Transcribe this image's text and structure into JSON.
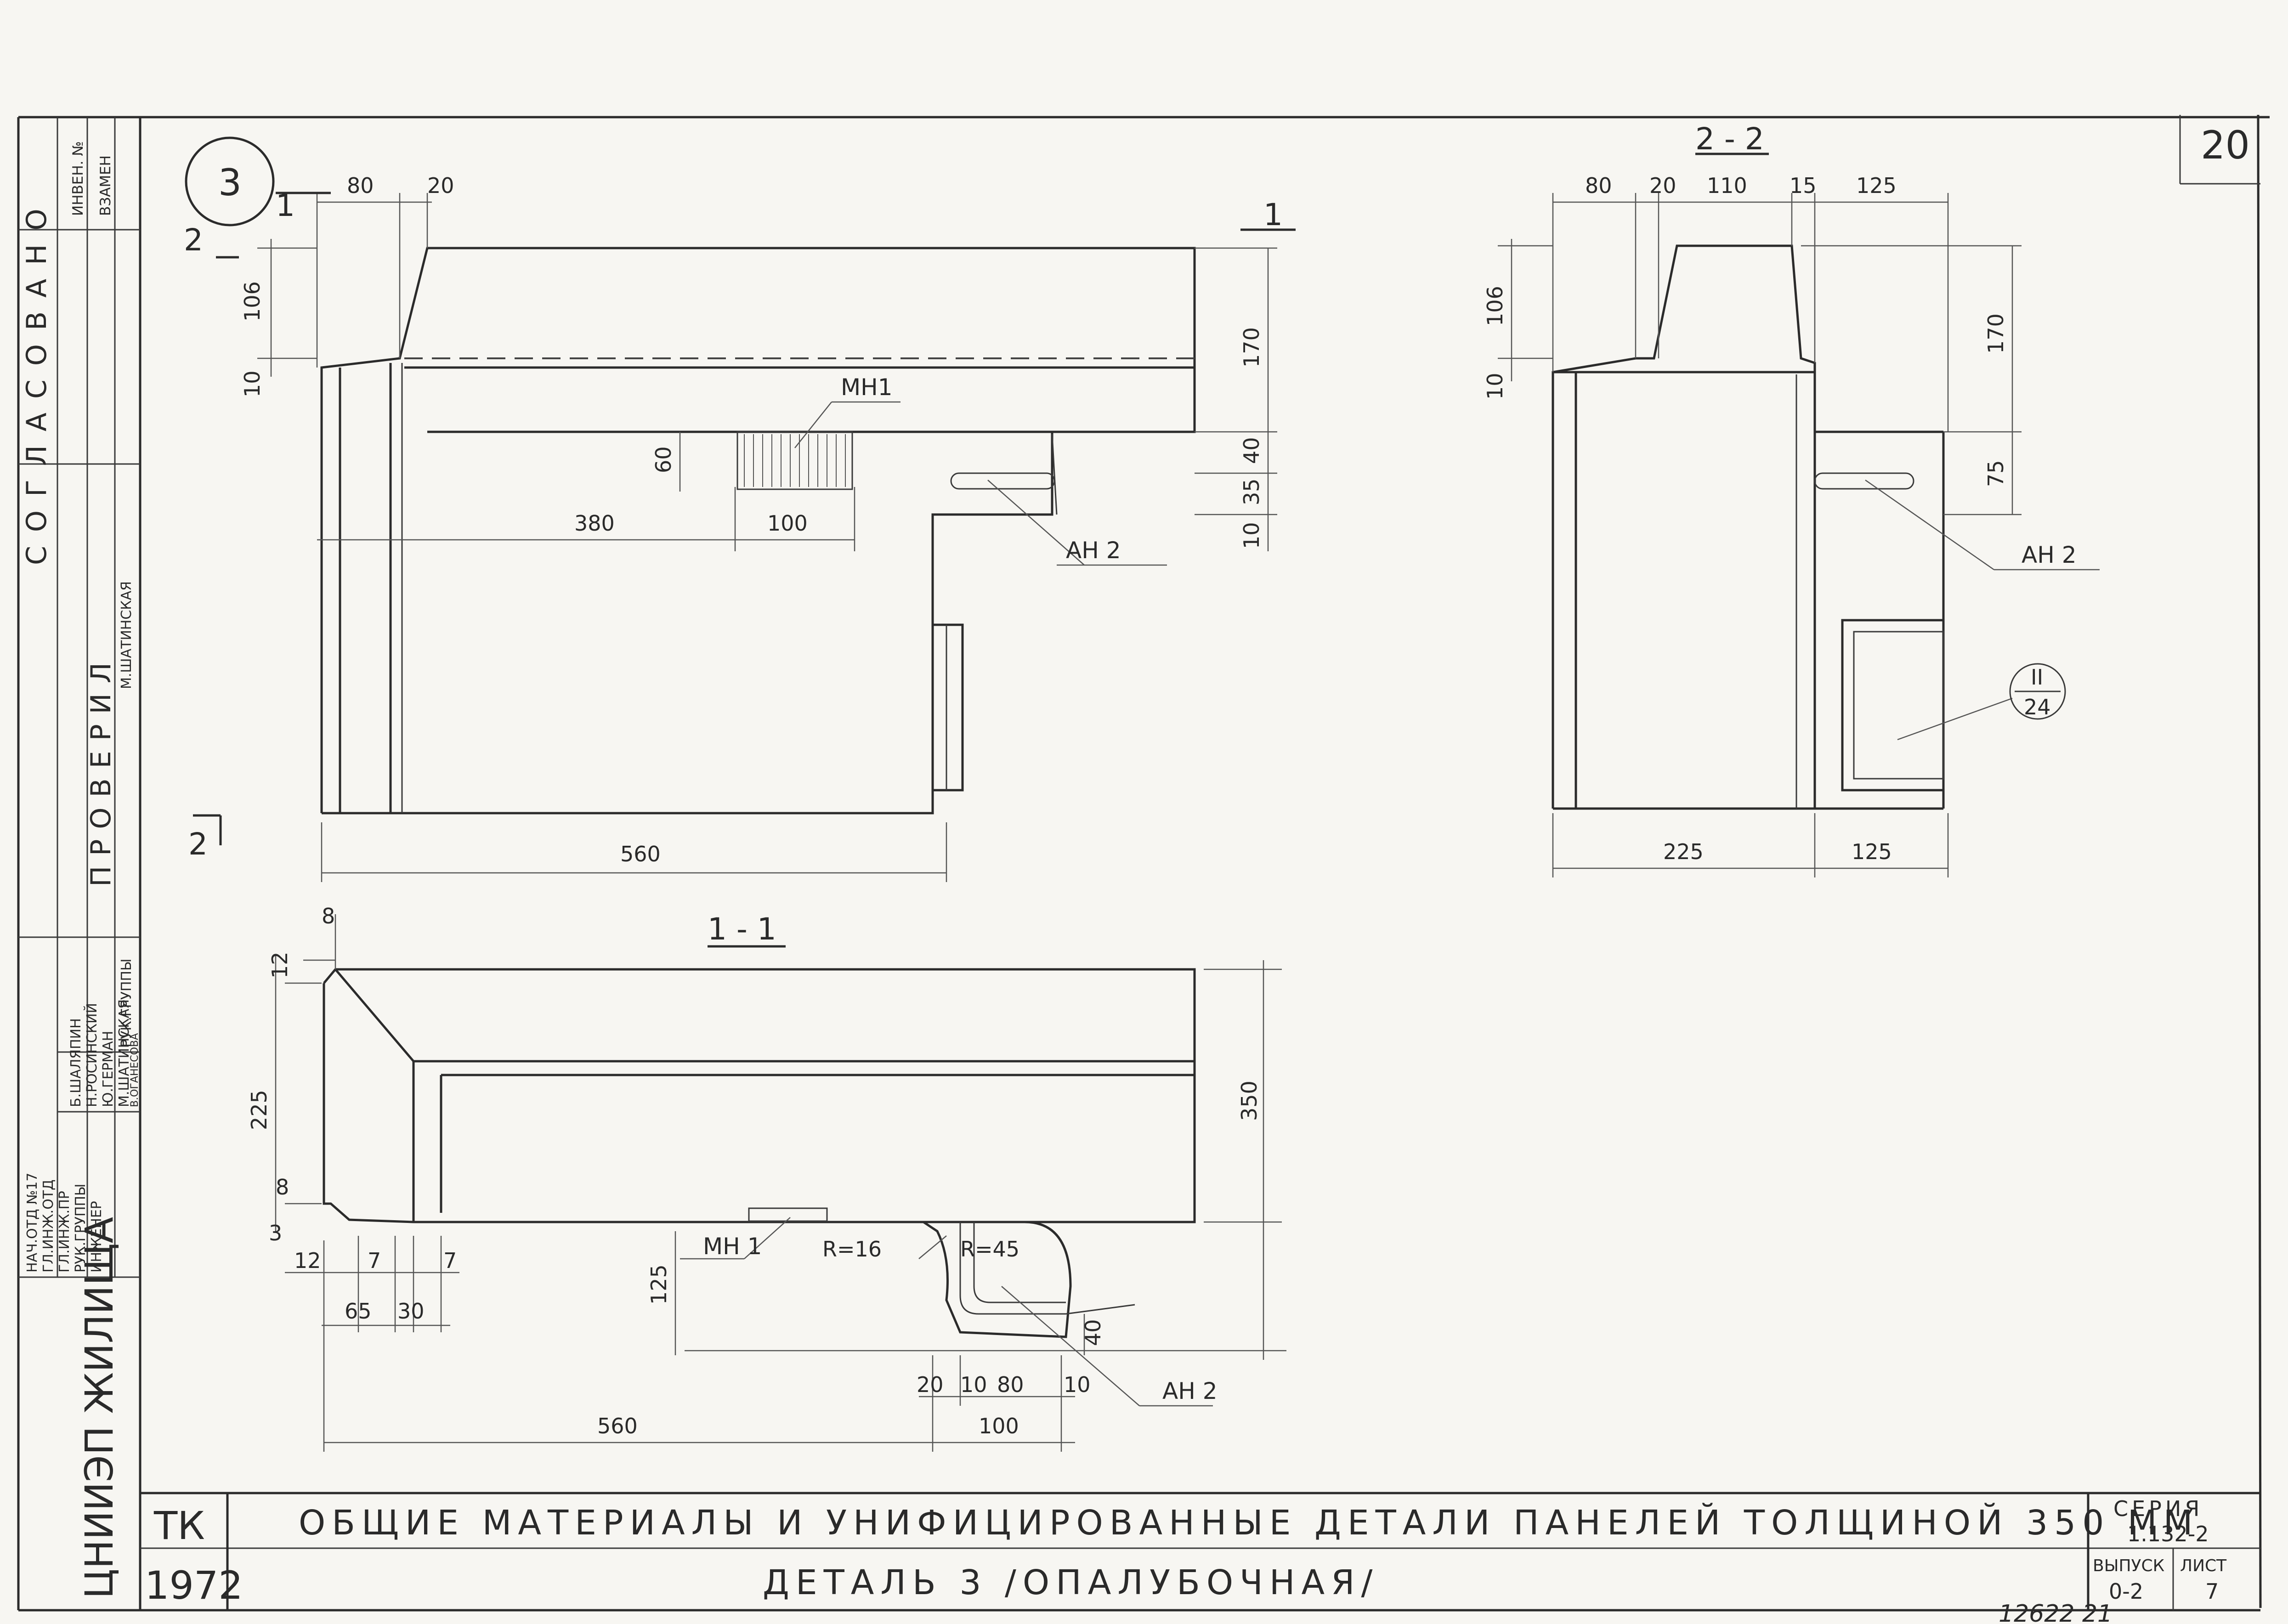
{
  "sheet": {
    "number": "20",
    "detail_mark": "3",
    "bottom_note": "12622  21"
  },
  "title_block": {
    "code": "ТК",
    "year": "1972",
    "title": "ОБЩИЕ МАТЕРИАЛЫ И УНИФИЦИРОВАННЫЕ ДЕТАЛИ ПАНЕЛЕЙ ТОЛЩИНОЙ 350 ММ",
    "subtitle": "ДЕТАЛЬ 3 /ОПАЛУБОЧНАЯ/",
    "series_label": "СЕРИЯ",
    "series_value": "1.132-2",
    "issue_label": "ВЫПУСК",
    "issue_value": "0-2",
    "sheet_label": "ЛИСТ",
    "sheet_value": "7"
  },
  "side_stamp": {
    "organization": "ЦНИИЭП ЖИЛИЩА",
    "agreed": "СОГЛАСОВАНО",
    "checked": "ПРОВЕРИЛ",
    "inventory": "ИНВЕН. №",
    "replace": "ВЗАМЕН",
    "roles": [
      "НАЧ.ОТД №17",
      "ГЛ.ИНЖ.ОТД",
      "ГЛ.ИНЖ.ПР",
      "РУК.ГРУППЫ",
      "ИНЖЕНЕР"
    ],
    "names": [
      "Б.ШАЛЯПИН",
      "Н.РОСИНСКИЙ",
      "Ю.ГЕРМАН",
      "М.ШАТИНСКАЯ",
      "В.ОГАНЕСОВА"
    ],
    "checker_role": "РУК.ГРУППЫ",
    "checker_name": "М.ШАТИНСКАЯ"
  },
  "views": {
    "plan": {
      "cut_marks": [
        "1",
        "1",
        "2",
        "2"
      ],
      "labels": {
        "mh1": "МН1",
        "ah2": "АН 2"
      },
      "dims": [
        "80",
        "20",
        "106",
        "10",
        "170",
        "60",
        "40",
        "35",
        "10",
        "380",
        "100",
        "560"
      ]
    },
    "section_2_2": {
      "title": "2 - 2",
      "labels": {
        "ah2": "АН 2",
        "ref_top": "II",
        "ref_bottom": "24"
      },
      "dims": [
        "80",
        "20",
        "110",
        "15",
        "125",
        "106",
        "10",
        "170",
        "75",
        "225",
        "125"
      ]
    },
    "section_1_1": {
      "title": "1 - 1",
      "labels": {
        "mh1": "МН 1",
        "ah2": "АН 2",
        "r1": "R=16",
        "r2": "R=45"
      },
      "dims": [
        "8",
        "12",
        "225",
        "8",
        "3",
        "12",
        "7",
        "7",
        "65",
        "30",
        "350",
        "125",
        "40",
        "20",
        "10",
        "80",
        "10",
        "560",
        "100"
      ]
    }
  }
}
